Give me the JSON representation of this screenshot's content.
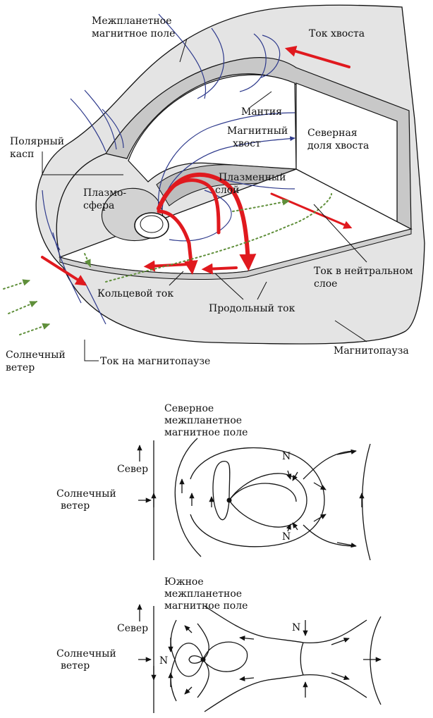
{
  "top": {
    "imf": [
      "Межпланетное",
      "магнитное поле"
    ],
    "tail_current": "Ток хвоста",
    "mantle": "Мантия",
    "polar_cusp": [
      "Полярный",
      "касп"
    ],
    "magnetotail": [
      "Магнитный",
      "хвост"
    ],
    "north_lobe": [
      "Северная",
      "доля хвоста"
    ],
    "plasma_sheet": [
      "Плазменный",
      "слой"
    ],
    "plasmasphere": [
      "Плазмо-",
      "сфера"
    ],
    "neutral_sheet_current": [
      "Ток в нейтральном",
      "слое"
    ],
    "ring_current": "Кольцевой ток",
    "field_aligned_current": "Продольный ток",
    "solar_wind": [
      "Солнечный",
      "ветер"
    ],
    "magnetopause": "Магнитопауза",
    "magnetopause_current": "Ток на магнитопаузе"
  },
  "mid": {
    "title": [
      "Северное",
      "межпланетное",
      "магнитное поле"
    ],
    "north": "Север",
    "solar_wind": [
      "Солнечный",
      "ветер"
    ],
    "n_top": "N",
    "n_bottom": "N"
  },
  "bottom": {
    "title": [
      "Южное",
      "межпланетное",
      "магнитное поле"
    ],
    "north": "Север",
    "solar_wind": [
      "Солнечный",
      "ветер"
    ],
    "n_left": "N",
    "n_right": "N"
  }
}
